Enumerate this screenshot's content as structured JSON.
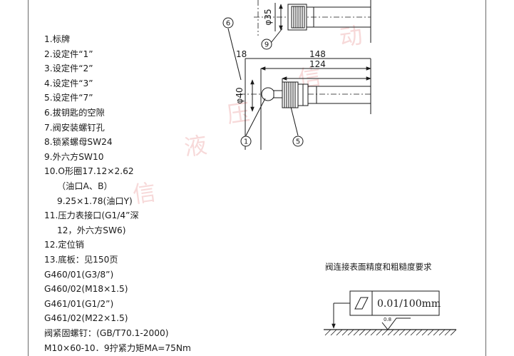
{
  "legend": {
    "items": [
      {
        "text": "1.标牌",
        "indent": false
      },
      {
        "text": "2.设定件“1”",
        "indent": false
      },
      {
        "text": "3.设定件“2”",
        "indent": false
      },
      {
        "text": "4.设定件“3”",
        "indent": false
      },
      {
        "text": "5.设定件“7”",
        "indent": false
      },
      {
        "text": "6.拔钥匙的空隙",
        "indent": false
      },
      {
        "text": "7.阀安装螺钉孔",
        "indent": false
      },
      {
        "text": "8.锁紧螺母SW24",
        "indent": false
      },
      {
        "text": "9.外六方SW10",
        "indent": false
      },
      {
        "text": "10.O形圈17.12×2.62",
        "indent": false
      },
      {
        "text": "（油口A、B）",
        "indent": true
      },
      {
        "text": "9.25×1.78(油口Y)",
        "indent": true
      },
      {
        "text": "11.压力表接口(G1/4”深",
        "indent": false
      },
      {
        "text": "12，外六方SW6)",
        "indent": true
      },
      {
        "text": "12.定位销",
        "indent": false
      },
      {
        "text": "13.底板：见150页",
        "indent": false
      },
      {
        "text": "G460/01(G3/8”)",
        "indent": false
      },
      {
        "text": "G460/02(M18×1.5)",
        "indent": false
      },
      {
        "text": "G461/01(G1/2”)",
        "indent": false
      },
      {
        "text": "G461/02(M22×1.5)",
        "indent": false
      },
      {
        "text": "阀紧固螺钉：(GB/T70.1-2000)",
        "indent": false
      },
      {
        "text": "M10×60-10．9拧紧力矩MA=75Nm",
        "indent": false
      }
    ]
  },
  "drawing": {
    "dimensions": {
      "dia_top": "φ35",
      "dia_bottom": "φ40",
      "d18": "18",
      "d148": "148",
      "d124": "124"
    },
    "callouts": {
      "c1": "1",
      "c5": "5",
      "c6": "6",
      "c9": "9"
    }
  },
  "surface_finish": {
    "title": "阀连接表面精度和粗糙度要求",
    "flatness_value": "0.01/100mm",
    "roughness_value": "0.8"
  },
  "watermark": {
    "chars": [
      "信",
      "液",
      "压",
      "信",
      "动"
    ]
  }
}
